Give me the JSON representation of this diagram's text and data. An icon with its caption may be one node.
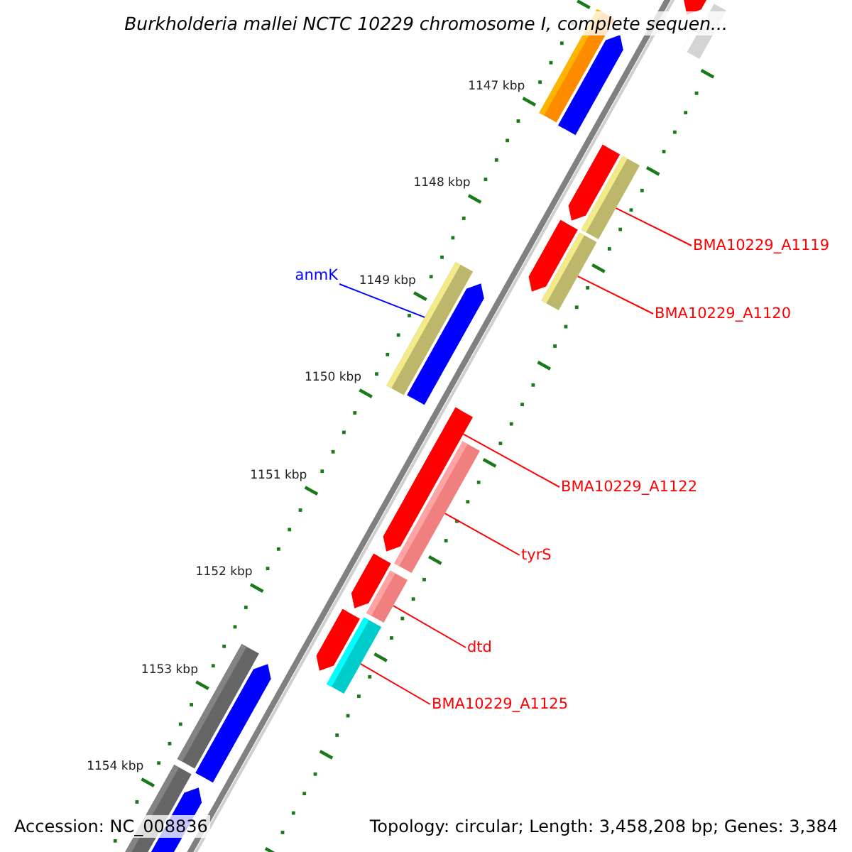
{
  "diagram": {
    "title": "Burkholderia mallei NCTC 10229 chromosome I, complete sequen...",
    "nodes": [
      {
        "text": [
          "BMA10229_A1119"
        ]
      },
      {
        "text": [],
        "shape": "bar"
      },
      {
        "text": [
          "anmK"
        ]
      },
      {
        "text": [],
        "shape": "bar"
      },
      {
        "text": [
          "BMA10229_A1120"
        ]
      },
      {
        "text": [],
        "shape": "bar"
      },
      {
        "text": [
          "BMA10229_A1122"
        ]
      },
      {
        "text": [],
        "shape": "bar"
      },
      {
        "text": [
          "tyrS"
        ]
      },
      {
        "text": [],
        "shape": "bar"
      },
      {
        "text": [
          "dtd"
        ]
      },
      {
        "text": [],
        "shape": "bar"
      },
      {
        "text": [
          "BMA10229_A1125"
        ]
      },
      {
        "text": [],
        "shape": "bar"
      }
    ],
    "edges": [
      {
        "from": 0,
        "to": 1,
        "arrow": "none"
      },
      {
        "from": 2,
        "to": 3,
        "arrow": "none",
        "color": "#0000ff"
      },
      {
        "from": 4,
        "to": 5,
        "arrow": "none"
      },
      {
        "from": 6,
        "to": 7,
        "arrow": "none"
      },
      {
        "from": 8,
        "to": 9,
        "arrow": "none"
      },
      {
        "from": 10,
        "to": 11,
        "arrow": "none"
      },
      {
        "from": 12,
        "to": 13,
        "arrow": "none"
      }
    ],
    "labels": [
      "1147 kbp",
      "1148 kbp",
      "1149 kbp",
      "1150 kbp",
      "1151 kbp",
      "1152 kbp",
      "1153 kbp",
      "1154 kbp",
      "Accession: NC_008836",
      "Topology: circular; Length: 3,458,208 bp; Genes: 3,384"
    ]
  }
}
